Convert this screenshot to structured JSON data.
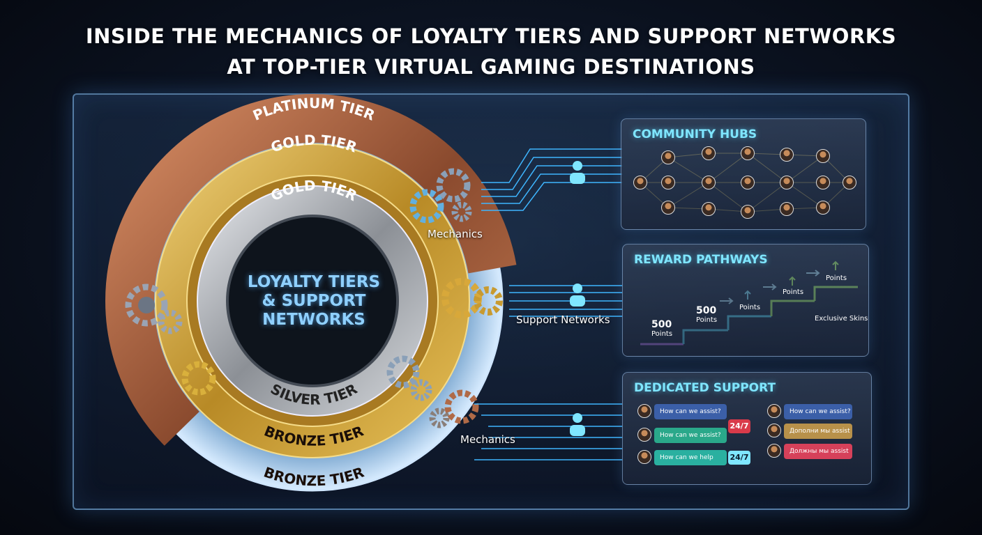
{
  "title": {
    "line1": "INSIDE THE MECHANICS OF LOYALTY TIERS AND SUPPORT NETWORKS",
    "line2": "AT TOP-TIER VIRTUAL GAMING DESTINATIONS"
  },
  "rings": {
    "platinum": "PLATINUM TIER",
    "gold_outer": "GOLD TIER",
    "gold_inner": "GOLD TIER",
    "silver": "SILVER TIER",
    "bronze_inner": "BRONZE TIER",
    "bronze_outer": "BRONZE TIER",
    "center": [
      "LOYALTY TIERS",
      "& SUPPORT",
      "NETWORKS"
    ]
  },
  "connectors": {
    "top": "Mechanics",
    "middle": "Support Networks",
    "bottom": "Mechanics"
  },
  "community": {
    "title": "COMMUNITY HUBS"
  },
  "rewards": {
    "title": "REWARD PATHWAYS",
    "step1_value": "500",
    "step1_unit": "Points",
    "step2_value": "500",
    "step2_unit": "Points",
    "step3_unit": "Points",
    "step4_unit": "Points",
    "step5_unit": "Points",
    "end_label": "Exclusive Skins"
  },
  "support": {
    "title": "DEDICATED SUPPORT",
    "left_msgs": [
      "How can we assist?",
      "How can we assist?",
      "How can we help"
    ],
    "right_msgs": [
      "How can we assist?",
      "Дополни мы assist",
      "Должны мы assist"
    ],
    "badge1": "24/7",
    "badge2": "24/7"
  },
  "colors": {
    "accent": "#7fe6ff",
    "platinum": "#a9c8e6",
    "gold": "#c9a23a",
    "silver": "#b8bcc2",
    "bronze": "#b06a47",
    "step_purple": "#c27cff",
    "step_cyan": "#55e0ff",
    "step_green": "#aaff66"
  }
}
